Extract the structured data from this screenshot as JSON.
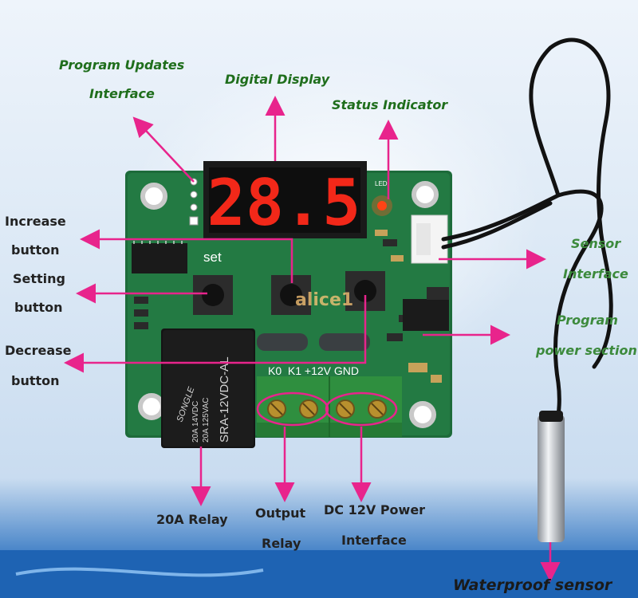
{
  "labels": {
    "program_updates_line1": "Program Updates",
    "program_updates_line2": "Interface",
    "digital_display": "Digital Display",
    "status_indicator": "Status Indicator",
    "increase_line1": "Increase",
    "increase_line2": "button",
    "setting_line1": "Setting",
    "setting_line2": "button",
    "decrease_line1": "Decrease",
    "decrease_line2": "button",
    "sensor_line1": "Sensor",
    "sensor_line2": "Interface",
    "program_power_line1": "Program",
    "program_power_line2": "power section",
    "relay_20a": "20A Relay",
    "output_relay_line1": "Output",
    "output_relay_line2": "Relay",
    "dc_power_line1": "DC 12V Power",
    "dc_power_line2": "Interface",
    "waterproof_sensor": "Waterproof sensor"
  },
  "board": {
    "display_value": "28.5",
    "set_label": "set",
    "led_label": "LED",
    "terminal_labels": "K0  K1 +12V GND",
    "relay_brand": "SONGLE",
    "relay_model": "SRA-12VDC-AL",
    "relay_rating1": "20A 14VDC",
    "relay_rating2": "20A 125VAC"
  },
  "watermark": "alice1",
  "colors": {
    "arrow": "#e8248c",
    "label_green": "#1f6e1c",
    "board_green": "#1d6b3a",
    "display_red": "#ff2a1a",
    "terminal_green": "#2f8f3f"
  }
}
